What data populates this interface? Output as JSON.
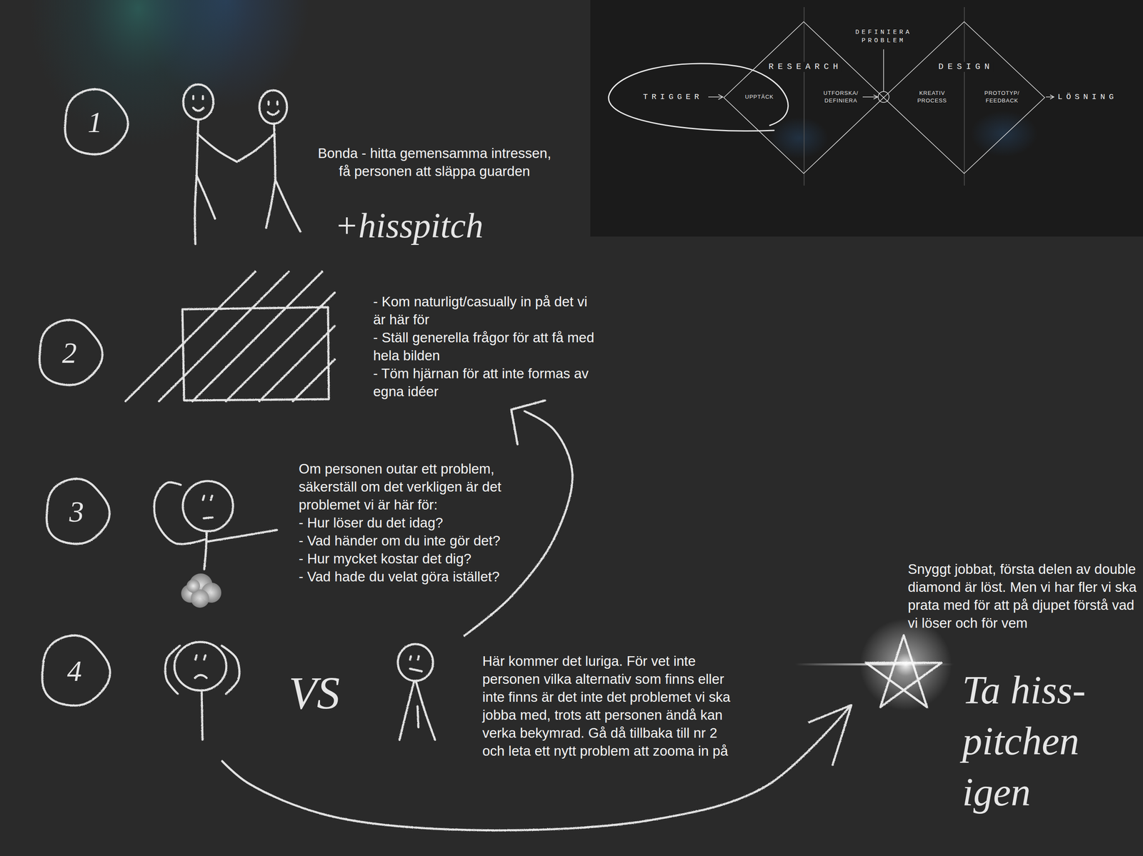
{
  "diagram": {
    "nodes": [
      {
        "text": [
          "1"
        ]
      },
      {
        "text": [
          "2"
        ]
      },
      {
        "text": [
          "3"
        ]
      },
      {
        "text": [
          "4"
        ]
      },
      {
        "text": [
          "RESEARCH",
          "UPPTÄCK",
          "UTFORSKA/ DEFINIERA"
        ]
      },
      {
        "text": [
          "DESIGN",
          "KREATIV PROCESS",
          "PROTOTYP/ FEEDBACK"
        ]
      }
    ],
    "labels": [
      "TRIGGER",
      "DEFINIERA PROBLEM",
      "LÖSNING",
      "Bonda - hitta gemensamma intressen, få personen att släppa guarden",
      "+hisspitch",
      "- Kom naturligt/casually in på det vi är här för",
      "- Ställ generella frågor för att få med hela bilden",
      "- Töm hjärnan för att inte formas av egna idéer",
      "Om personen outar ett problem, säkerställ om det verkligen är det problemet vi är här för:",
      "- Hur löser du det idag?",
      "- Vad händer om du inte gör det?",
      "- Hur mycket kostar det dig?",
      "- Vad hade du velat göra istället?",
      "VS",
      "Här kommer det luriga. För vet inte personen vilka alternativ som finns eller inte finns är det inte det problemet vi ska jobba med, trots att personen ändå kan verka bekymrad. Gå då tillbaka till nr 2 och leta ett nytt problem att zooma in på",
      "Snyggt jobbat, första delen av double diamond är löst. Men vi har fler vi ska prata med för att på djupet förstå vad vi löser och för vem",
      "Ta hiss- pitchen igen"
    ]
  }
}
